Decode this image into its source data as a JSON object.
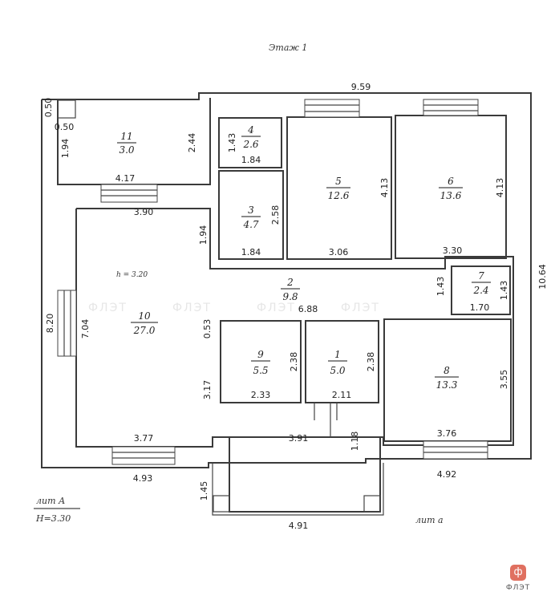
{
  "title": "Этаж 1",
  "legend": {
    "lit": "лит А",
    "height": "Н=3.30",
    "lit_small": "лит а"
  },
  "ceiling_height": "h = 3.20",
  "rooms": [
    {
      "num": "11",
      "area": "3.0"
    },
    {
      "num": "4",
      "area": "2.6"
    },
    {
      "num": "5",
      "area": "12.6"
    },
    {
      "num": "6",
      "area": "13.6"
    },
    {
      "num": "3",
      "area": "4.7"
    },
    {
      "num": "2",
      "area": "9.8"
    },
    {
      "num": "7",
      "area": "2.4"
    },
    {
      "num": "10",
      "area": "27.0"
    },
    {
      "num": "9",
      "area": "5.5"
    },
    {
      "num": "1",
      "area": "5.0"
    },
    {
      "num": "8",
      "area": "13.3"
    }
  ],
  "dimensions": {
    "top_total": "9.59",
    "left_050_v": "0.50",
    "left_050_h": "0.50",
    "r11_h": "1.94",
    "r11_h2": "2.44",
    "r11_w": "4.17",
    "r4_h": "1.43",
    "r4_w": "1.84",
    "r5_h": "4.13",
    "r6_h": "4.13",
    "r10_w_top": "3.90",
    "r3_h_left": "1.94",
    "r3_h": "2.58",
    "r3_w": "1.84",
    "r5_w": "3.06",
    "r6_w": "3.30",
    "right_total": "10.64",
    "r7_h_left": "1.43",
    "r7_h": "1.43",
    "r7_w": "1.70",
    "corridor_w": "6.88",
    "left_total": "8.20",
    "r10_h": "7.04",
    "r10_053": "0.53",
    "r9_h": "2.38",
    "r1_h": "2.38",
    "r8_h": "3.55",
    "r10_317": "3.17",
    "r9_w": "2.33",
    "r1_w": "2.11",
    "r10_w_bottom": "3.77",
    "porch_w_top": "3.91",
    "porch_118": "1.18",
    "r8_w": "3.76",
    "bottom_left": "4.93",
    "bottom_right": "4.92",
    "porch_h": "1.45",
    "porch_w": "4.91"
  },
  "watermark": "ФЛЭТ",
  "logo": {
    "glyph": "ф",
    "text": "ФЛЭТ",
    "color": "#e07060"
  }
}
